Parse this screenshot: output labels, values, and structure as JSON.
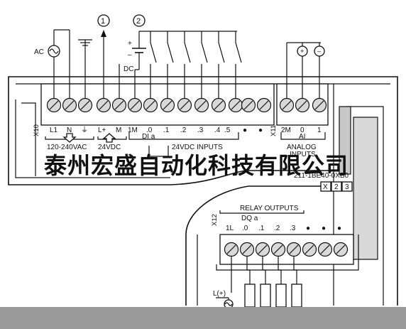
{
  "callouts": [
    "1",
    "2"
  ],
  "supply": {
    "ac": "AC",
    "dc": "DC",
    "plus": "+",
    "minus": "–"
  },
  "x10": {
    "connector": "X10",
    "terminals": [
      "L1",
      "N",
      "⏚",
      "L+",
      "M",
      "1M",
      ".0",
      ".1",
      ".2",
      ".3",
      ".4",
      ".5",
      "●",
      "●"
    ],
    "group_di": "DI a",
    "group_power_ac": "120-240VAC",
    "group_power_dc": "24VDC",
    "group_inputs": "24VDC INPUTS"
  },
  "x11": {
    "connector": "X11",
    "terminals": [
      "2M",
      "0",
      "1"
    ],
    "group_ai": "AI",
    "title_line1": "ANALOG",
    "title_line2": "INPUTS"
  },
  "watermark": "泰州宏盛自动化科技有限公司",
  "part_number": "211-1BE40-0XB0",
  "version_boxes": [
    "X",
    "2",
    "3"
  ],
  "x12": {
    "connector": "X12",
    "title": "RELAY OUTPUTS",
    "group_dq": "DQ a",
    "terminals": [
      "1L",
      ".0",
      ".1",
      ".2",
      ".3",
      "●",
      "●",
      "●"
    ]
  },
  "load_supply": "L(+)"
}
